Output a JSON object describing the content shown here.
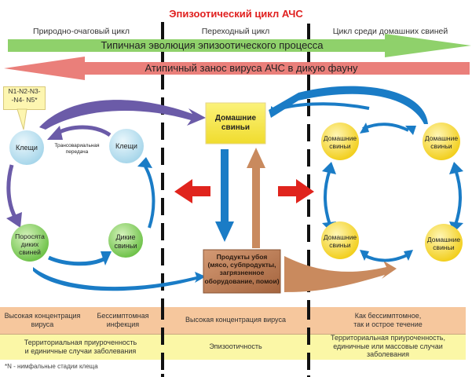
{
  "title": "Эпизоотический цикл АЧС",
  "phases": [
    {
      "label": "Природно-очаговый цикл"
    },
    {
      "label": "Переходный цикл"
    },
    {
      "label": "Цикл среди домашних свиней"
    }
  ],
  "bands": {
    "typical": {
      "label": "Типичная эволюция эпизоотического процесса",
      "color": "#8fd16b",
      "direction": "right"
    },
    "atypical": {
      "label": "Атипичный занос вируса АЧС в дикую фауну",
      "color": "#ea7f7a",
      "direction": "left"
    }
  },
  "callout": {
    "line1": "N1-N2-N3-",
    "line2": "-N4- N5*"
  },
  "nodes": {
    "tick_left": "Клещи",
    "tick_right": "Клещи",
    "transovarial": {
      "line1": "Трансовариальная",
      "line2": "передача"
    },
    "piglets": {
      "line1": "Поросята",
      "line2": "диких",
      "line3": "свиней"
    },
    "wild_pigs": {
      "line1": "Дикие",
      "line2": "свиньи"
    },
    "domestic_center": {
      "line1": "Домашние",
      "line2": "свиньи"
    },
    "products": {
      "line1": "Продукты убоя",
      "line2": "(мясо, субпродукты,",
      "line3": "загрязненное",
      "line4": "оборудование, помои)"
    },
    "domestic_cycle": [
      {
        "line1": "Домашние",
        "line2": "свиньи"
      },
      {
        "line1": "Домашние",
        "line2": "свиньи"
      },
      {
        "line1": "Домашние",
        "line2": "свиньи"
      },
      {
        "line1": "Домашние",
        "line2": "свиньи"
      }
    ]
  },
  "colors": {
    "tick": "#bfe3f0",
    "wild": "#8ed06a",
    "domestic": "#f5dc3a",
    "purple_arrow": "#6b5ba8",
    "blue_arrow": "#1a7cc6",
    "brown_arrow": "#c98a5e",
    "red_arrow": "#e0241d",
    "row_orange": "#f6c79d",
    "row_yellow": "#fbf7a6"
  },
  "table": {
    "row1": {
      "col1a": {
        "line1": "Высокая концентрация",
        "line2": "вируса"
      },
      "col1b": {
        "line1": "Бессимптомная",
        "line2": "инфекция"
      },
      "col2": "Высокая концентрация вируса",
      "col3": {
        "line1": "Как бессимптомное,",
        "line2": "так и острое течение"
      }
    },
    "row2": {
      "col1": {
        "line1": "Территориальная приуроченность",
        "line2": "и единичные случаи заболевания"
      },
      "col2": "Эпизоотичность",
      "col3": {
        "line1": "Территориальная приуроченность,",
        "line2": "единичные или массовые случаи",
        "line3": "заболевания"
      }
    }
  },
  "footnote": "*N - нимфальные стадии клеща"
}
